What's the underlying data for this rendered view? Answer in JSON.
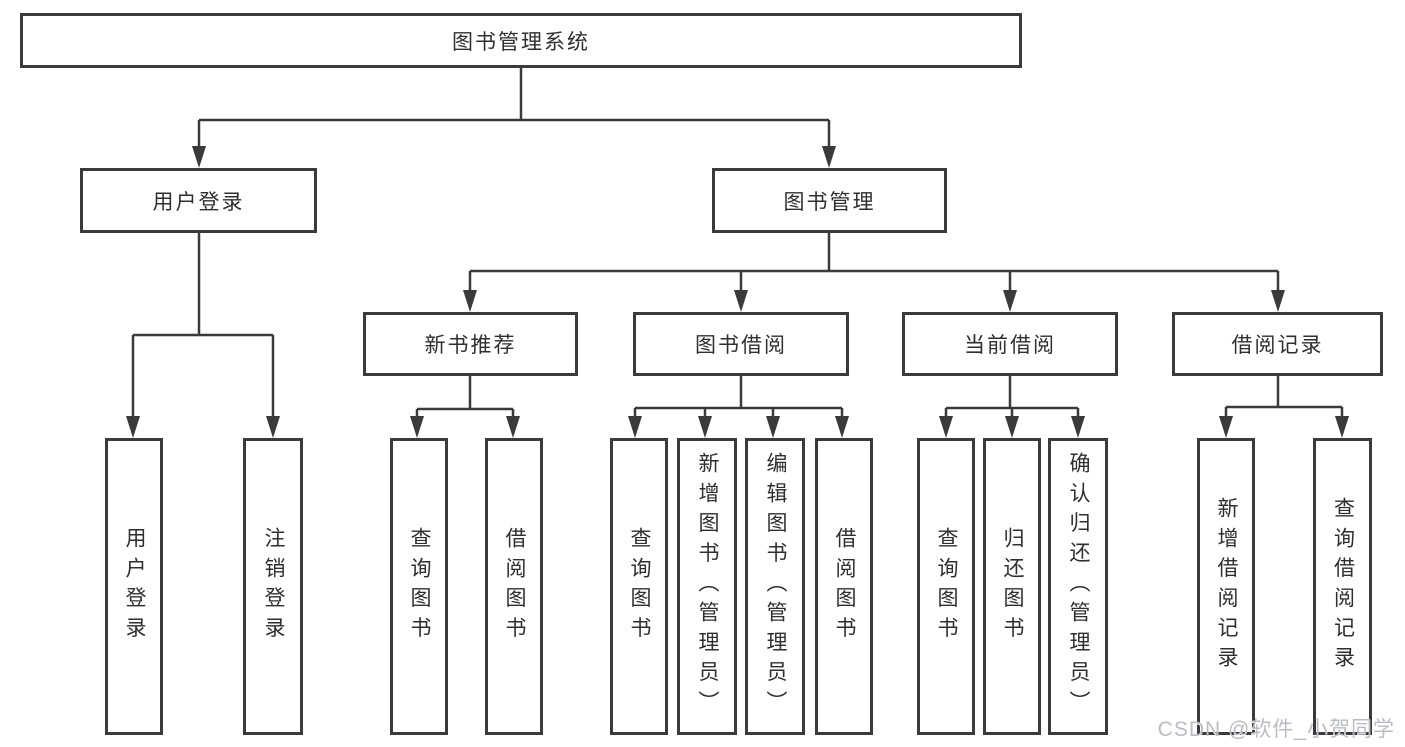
{
  "tree": {
    "root": {
      "label": "图书管理系统",
      "children": [
        {
          "label": "用户登录",
          "children": [
            {
              "label": "用户登录"
            },
            {
              "label": "注销登录"
            }
          ]
        },
        {
          "label": "图书管理",
          "children": [
            {
              "label": "新书推荐",
              "children": [
                {
                  "label": "查询图书"
                },
                {
                  "label": "借阅图书"
                }
              ]
            },
            {
              "label": "图书借阅",
              "children": [
                {
                  "label": "查询图书"
                },
                {
                  "label": "新增图书（管理员）"
                },
                {
                  "label": "编辑图书（管理员）"
                },
                {
                  "label": "借阅图书"
                }
              ]
            },
            {
              "label": "当前借阅",
              "children": [
                {
                  "label": "查询图书"
                },
                {
                  "label": "归还图书"
                },
                {
                  "label": "确认归还（管理员）"
                }
              ]
            },
            {
              "label": "借阅记录",
              "children": [
                {
                  "label": "新增借阅记录"
                },
                {
                  "label": "查询借阅记录"
                }
              ]
            }
          ]
        }
      ]
    }
  },
  "watermark": {
    "text": "CSDN @软件_小贺同学"
  },
  "colors": {
    "line": "#3a3a3a",
    "text": "#2f2f2f",
    "watermark_gray": "#b9bdc3",
    "background": "#ffffff"
  }
}
